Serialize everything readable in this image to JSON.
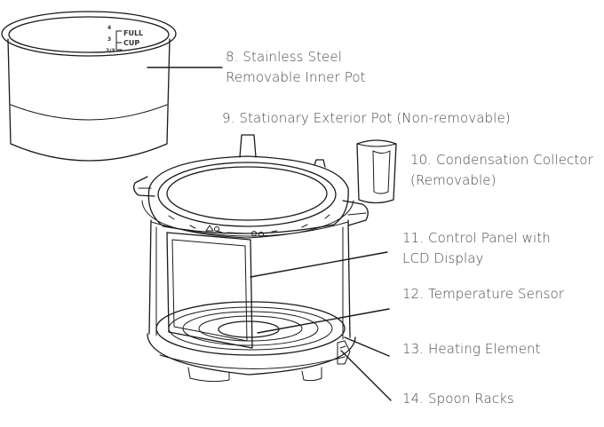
{
  "labels": [
    {
      "id": "inner-pot",
      "lines": [
        "8.   Stainless Steel",
        "Removable Inner Pot"
      ]
    },
    {
      "id": "exterior-pot",
      "lines": [
        "9. Stationary Exterior Pot (Non-removable)"
      ]
    },
    {
      "id": "condensation-collector",
      "lines": [
        "10. Condensation Collector",
        "(Removable)"
      ]
    },
    {
      "id": "control-panel",
      "lines": [
        "11. Control Panel with",
        "LCD Display"
      ]
    },
    {
      "id": "temperature-sensor",
      "lines": [
        "12. Temperature Sensor"
      ]
    },
    {
      "id": "heating-element",
      "lines": [
        "13. Heating Element"
      ]
    },
    {
      "id": "spoon-racks",
      "lines": [
        "14. Spoon Racks"
      ]
    }
  ],
  "pot_markings": {
    "full": "FULL",
    "cup": "CUP",
    "mark_a": "4",
    "mark_b": "3",
    "mark_c": "2/3"
  },
  "colors": {
    "stroke": "#1a1a1a",
    "text": "#4a4a4a",
    "background": "#ffffff"
  }
}
